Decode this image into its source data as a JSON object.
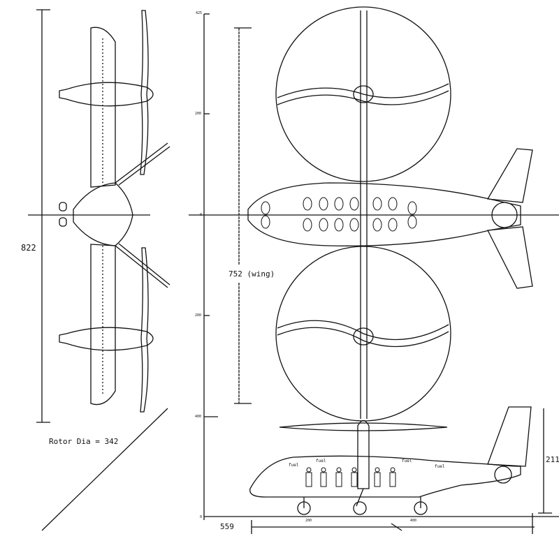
{
  "labels": {
    "span": "822",
    "rotor_dia": "Rotor Dia = 342",
    "wing": "752 (wing)",
    "height": "211",
    "length": "559"
  },
  "axis_ticks_vertical": [
    "425",
    "200",
    "0",
    "200",
    "400",
    "0"
  ],
  "axis_ticks_horizontal": [
    "200",
    "400"
  ],
  "side_view_tags": [
    "fuel",
    "fuel",
    "fuel",
    "fuel"
  ],
  "colors": {
    "ink": "#111111",
    "paper": "#ffffff"
  }
}
